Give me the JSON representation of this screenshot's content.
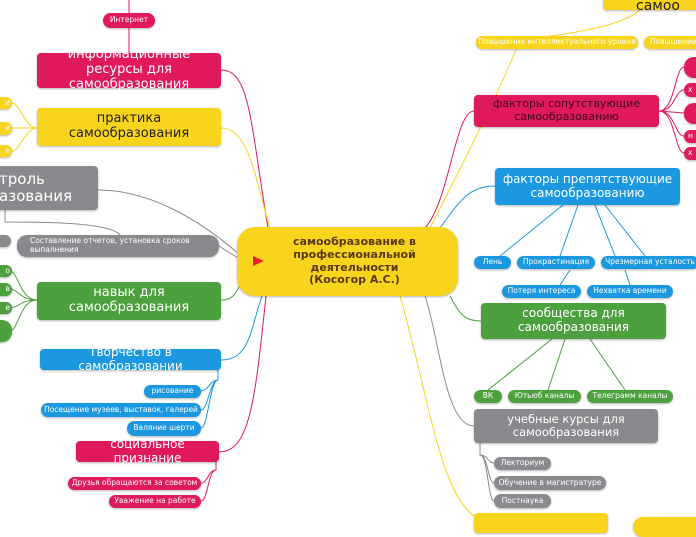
{
  "central": {
    "title": "самообразование в профессиональной деятельности (Косогор А.С.)"
  },
  "left": {
    "info": {
      "title": "информационные ресурсы для самообразования",
      "children": [
        "Интернет"
      ]
    },
    "practice": {
      "title": "практика самообразования",
      "children": [
        "и",
        "и",
        "е"
      ]
    },
    "control": {
      "title": "троль\nазования",
      "children": [
        "",
        "Составление отчетов, установка сроков выпалнения"
      ]
    },
    "skill": {
      "title": "навык для самообразования",
      "children": [
        "о",
        "в",
        "е",
        ""
      ]
    },
    "creativity": {
      "title": "Творчество в самобразовании",
      "children": [
        "рисование",
        "Посещение музеев, выставок, галерей",
        "Валяние шерти"
      ]
    },
    "social": {
      "title": "социальное признание",
      "children": [
        "Друзья обращаются за советом",
        "Уважение на работе"
      ]
    }
  },
  "right": {
    "tasks": {
      "title": "задачи самоо",
      "children": [
        "Повышение интеллектуального уровня",
        "Повышение"
      ]
    },
    "accompanying": {
      "title": "факторы сопутствующие самообразованию",
      "children": [
        "",
        "х",
        "",
        "н",
        "х"
      ]
    },
    "obstacles": {
      "title": "факторы препятствующие самообразованию",
      "children": [
        "Лень",
        "Прокрастинация",
        "Чрезмерная усталость",
        "Потеря интереса",
        "Нехватка времени"
      ]
    },
    "communities": {
      "title": "сообщества для самообразования",
      "children": [
        "ВК",
        "Ютьюб каналы",
        "Телеграмм каналы"
      ]
    },
    "courses": {
      "title": "учебные курсы для самообразования",
      "children": [
        "Лекториум",
        "Обучение в магистратуре",
        "Постнаука"
      ]
    }
  },
  "colors": {
    "pink": "#e0195a",
    "yellow": "#f9d41c",
    "gray": "#8a8a8e",
    "green": "#4ca03e",
    "blue": "#1b98e0"
  }
}
